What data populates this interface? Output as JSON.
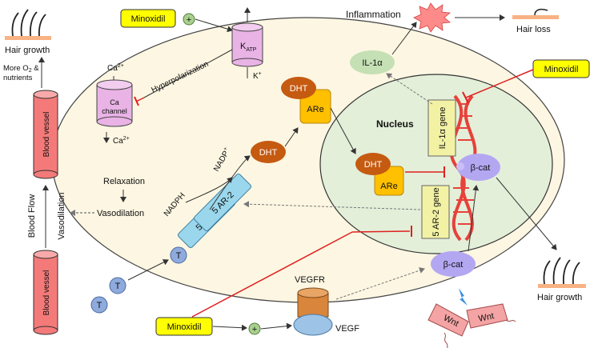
{
  "labels": {
    "minoxidil_top": "Minoxidil",
    "minoxidil_right": "Minoxidil",
    "minoxidil_bottom": "Minoxidil",
    "plus_top": "+",
    "plus_bottom": "+",
    "katp_main": "K",
    "katp_sub": "ATP",
    "k_ion": "K",
    "k_sup": "+",
    "ca_top": "Ca",
    "ca_top_sup": "2+",
    "ca_channel_line1": "Ca",
    "ca_channel_line2": "channel",
    "hyperpolarization": "Hyperpolarization",
    "ca_down": "Ca",
    "ca_down_sup": "2+",
    "relaxation": "Relaxation",
    "vasodilation": "Vasodilation",
    "blood_flow": "Blood Flow",
    "vasodilation_vertical": "Vasodilation",
    "blood_vessel_top": "Blood vessel",
    "blood_vessel_bottom": "Blood vessel",
    "hair_growth_top": "Hair growth",
    "more_o2_line1": "More O",
    "more_o2_sub": "2",
    "more_o2_amp": " &",
    "more_o2_line2": "nutrients",
    "inflammation": "Inflammation",
    "hair_loss": "Hair loss",
    "il1a": "IL-1α",
    "nucleus": "Nucleus",
    "dht_1": "DHT",
    "dht_2": "DHT",
    "dht_3": "DHT",
    "are_1": "ARe",
    "are_2": "ARe",
    "il1a_gene": "IL-1α gene",
    "ar2_gene": "5 AR-2 gene",
    "bcat_nucleus": "β-cat",
    "bcat_cyto": "β-cat",
    "nadph": "NADPH",
    "nadp": "NADP",
    "nadp_sup": "+",
    "ar1": "5 AR-1",
    "ar2": "5 AR-2",
    "t1": "T",
    "t2": "T",
    "t3": "T",
    "vegfr": "VEGFR",
    "vegf": "VEGF",
    "wnt1": "Wnt",
    "wnt2": "Wnt",
    "hair_growth_bottom": "Hair growth"
  },
  "colors": {
    "minoxidil_fill": "#ffff00",
    "plus_fill": "#a9d18e",
    "katp_fill": "#e9b3e6",
    "cell_fill": "#fcf6e2",
    "nucleus_fill": "#e3efd9",
    "vessel_fill": "#f47a7a",
    "dht_fill": "#c55a11",
    "are_fill": "#ffc000",
    "gene_fill": "#f3f2a4",
    "bcat_fill": "#b4a7f2",
    "ar_fill": "#9bd7ec",
    "t_fill": "#8faadc",
    "vegfr_fill": "#d9853b",
    "vegf_fill": "#9dc3e6",
    "wnt_fill": "#f4a4a4",
    "il1a_fill": "#c5e0b4",
    "inhibit_red": "#e02020",
    "dna_red": "#e8403a",
    "skin": "#f8b283"
  }
}
